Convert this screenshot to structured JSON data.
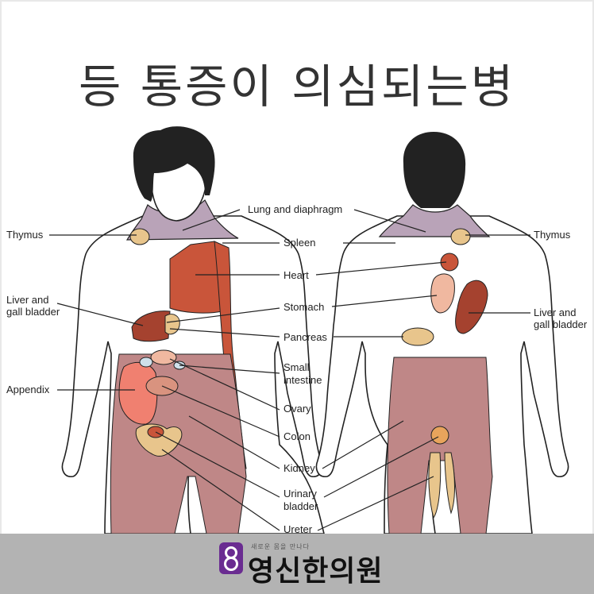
{
  "title": "등 통증이 의심되는병",
  "labels": {
    "thymus_left": "Thymus",
    "liver_left_1": "Liver and",
    "liver_left_2": "gall bladder",
    "appendix": "Appendix",
    "lung": "Lung and diaphragm",
    "spleen": "Spleen",
    "heart": "Heart",
    "stomach": "Stomach",
    "pancreas": "Pancreas",
    "small_1": "Small",
    "small_2": "intestine",
    "ovary": "Ovary",
    "colon": "Colon",
    "kidney": "Kidney",
    "urinary_1": "Urinary",
    "urinary_2": "bladder",
    "ureter": "Ureter",
    "thymus_right": "Thymus",
    "liver_right_1": "Liver and",
    "liver_right_2": "gall bladder"
  },
  "footer": {
    "slogan": "새로운 몸을 만나다",
    "brand": "영신한의원",
    "logo_icon": "figure-eight-logo-icon",
    "footer_color": "#b3b3b3",
    "logo_color": "#6a2c91"
  },
  "colors": {
    "neck": "#b9a3b8",
    "organ_red": "#c9553a",
    "organ_dark": "#a5422f",
    "pelvis": "#bf8787",
    "tan": "#e8c58c",
    "pink": "#f0b8a0"
  }
}
